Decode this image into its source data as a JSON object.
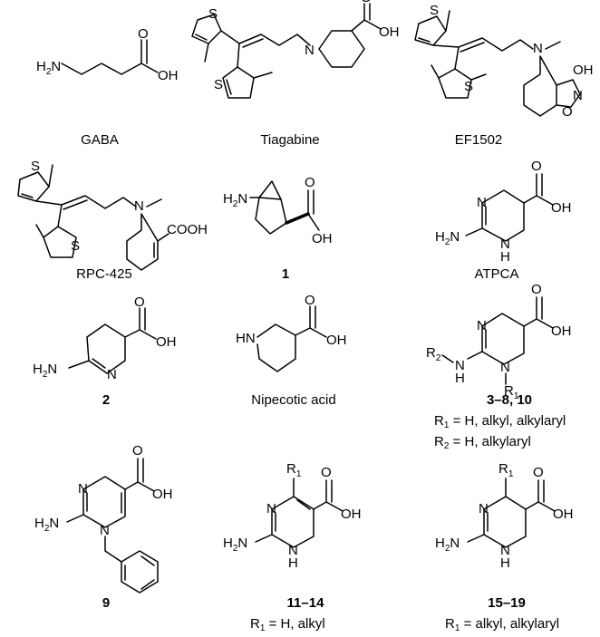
{
  "compounds": [
    {
      "caption": "GABA"
    },
    {
      "caption": "Tiagabine"
    },
    {
      "caption": "EF1502"
    },
    {
      "caption": "RPC-425"
    },
    {
      "caption": "1"
    },
    {
      "caption": "ATPCA"
    },
    {
      "caption": "2"
    },
    {
      "caption": "Nipecotic acid"
    },
    {
      "caption": "3–8, 10",
      "notes": [
        {
          "r": "1",
          "rest": " = H, alkyl, alkylaryl"
        },
        {
          "r": "2",
          "rest": " = H, alkylaryl"
        }
      ]
    },
    {
      "caption": "9"
    },
    {
      "caption": "11–14",
      "notes": [
        {
          "r": "1",
          "rest": " = H, alkyl"
        }
      ]
    },
    {
      "caption": "15–19",
      "notes": [
        {
          "r": "1",
          "rest": " = alkyl, alkylaryl"
        }
      ]
    }
  ],
  "atom_labels": {
    "oh": "OH",
    "o": "O",
    "n": "N",
    "nh": "NH",
    "h": "H",
    "s": "S",
    "hn": "HN",
    "h2n_h": "H",
    "h2n_2": "2",
    "h2n_n": "N",
    "cooh": "COOH",
    "r": "R",
    "r_1": "1",
    "r_2": "2"
  }
}
